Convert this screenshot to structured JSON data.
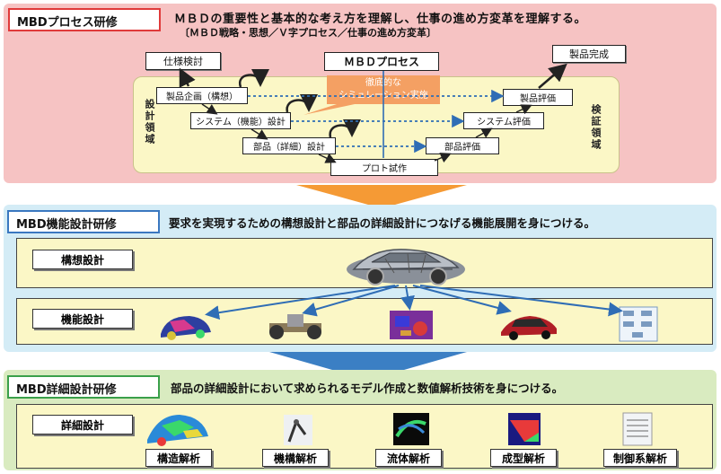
{
  "section1": {
    "tag": "MBDプロセス研修",
    "description": "ＭＢＤの重要性と基本的な考え方を理解し、仕事の進め方変革を理解する。",
    "sub_description": "〔ＭＢＤ戦略・思想／Ｖ字プロセス／仕事の進め方変革〕",
    "process_title": "ＭＢＤプロセス",
    "spec": "仕様検討",
    "completion": "製品完成",
    "left_side": "設計領域",
    "right_side": "検証領域",
    "simulation": "徹底的な\nシミュレーション実施",
    "left_boxes": [
      "製品企画（構想）",
      "システム（機能）設計",
      "部品（詳細）設計"
    ],
    "right_boxes": [
      "製品評価",
      "システム評価",
      "部品評価"
    ],
    "bottom_box": "プロト試作"
  },
  "section2": {
    "tag": "MBD機能設計研修",
    "description": "要求を実現するための構想設計と部品の詳細設計につなげる機能展開を身につける。",
    "row1_label": "構想設計",
    "row2_label": "機能設計"
  },
  "section3": {
    "tag": "MBD詳細設計研修",
    "description": "部品の詳細設計において求められるモデル作成と数値解析技術を身につける。",
    "row_label": "詳細設計",
    "captions": [
      "構造解析",
      "機構解析",
      "流体解析",
      "成型解析",
      "制御系解析"
    ]
  },
  "colors": {
    "section1_bg": "#f6c3c3",
    "section2_bg": "#d4ecf6",
    "section3_bg": "#d9ebc0",
    "connector": "#f59a35",
    "arrow_blue": "#2f6db5"
  }
}
